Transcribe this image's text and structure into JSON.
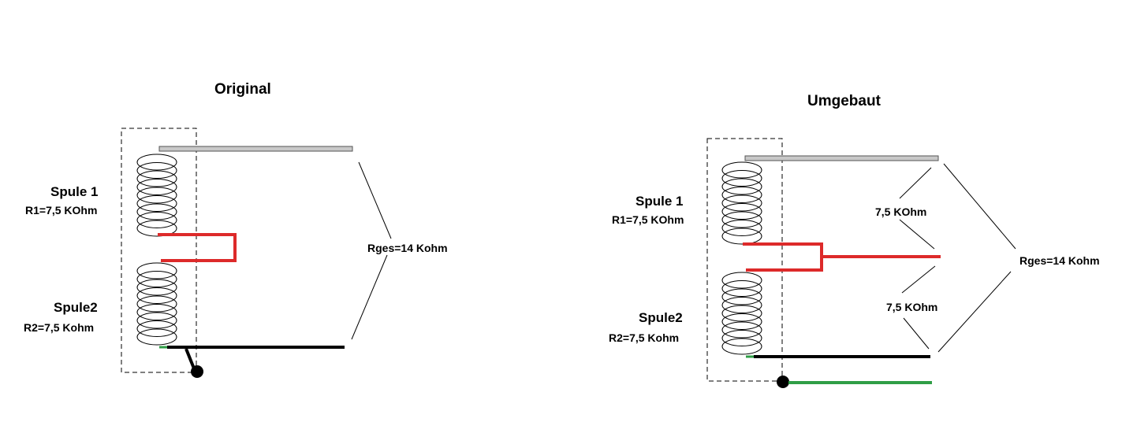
{
  "original": {
    "title": "Original",
    "coil1_name": "Spule 1",
    "coil1_resistance": "R1=7,5 KOhm",
    "coil2_name": "Spule2",
    "coil2_resistance": "R2=7,5 Kohm",
    "total_resistance": "Rges=14 Kohm"
  },
  "modified": {
    "title": "Umgebaut",
    "coil1_name": "Spule 1",
    "coil1_resistance": "R1=7,5 KOhm",
    "coil2_name": "Spule2",
    "coil2_resistance": "R2=7,5 Kohm",
    "upper_resistance": "7,5 KOhm",
    "lower_resistance": "7,5 KOhm",
    "total_resistance": "Rges=14 Kohm"
  },
  "colors": {
    "top_bar": "#c8c8c8",
    "red_wire": "#dd2a2a",
    "black_wire": "#000000",
    "green_wire": "#2f9e46"
  }
}
